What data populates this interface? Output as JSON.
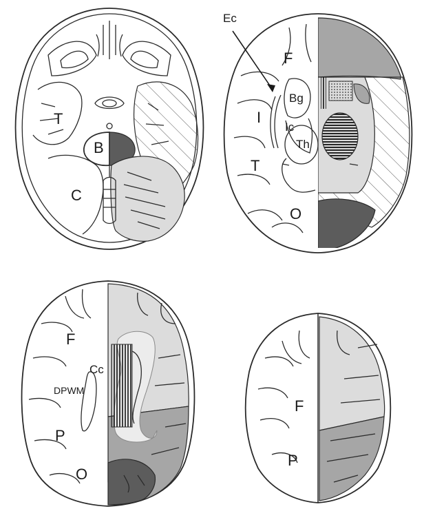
{
  "panels": {
    "top_left": {
      "labels": [
        "T",
        "B",
        "C"
      ]
    },
    "top_right": {
      "labels": [
        "Ec",
        "F",
        "Bg",
        "I",
        "Ic",
        "Th",
        "T",
        "O"
      ]
    },
    "bottom_left": {
      "labels": [
        "F",
        "Cc",
        "DPWM",
        "P",
        "O"
      ]
    },
    "bottom_right": {
      "labels": [
        "F",
        "P"
      ]
    }
  },
  "colors": {
    "outline": "#2a2a2a",
    "light_gray": "#dcdcdc",
    "medium_gray": "#a6a6a6",
    "dark_gray": "#5c5c5c",
    "background": "#ffffff"
  }
}
